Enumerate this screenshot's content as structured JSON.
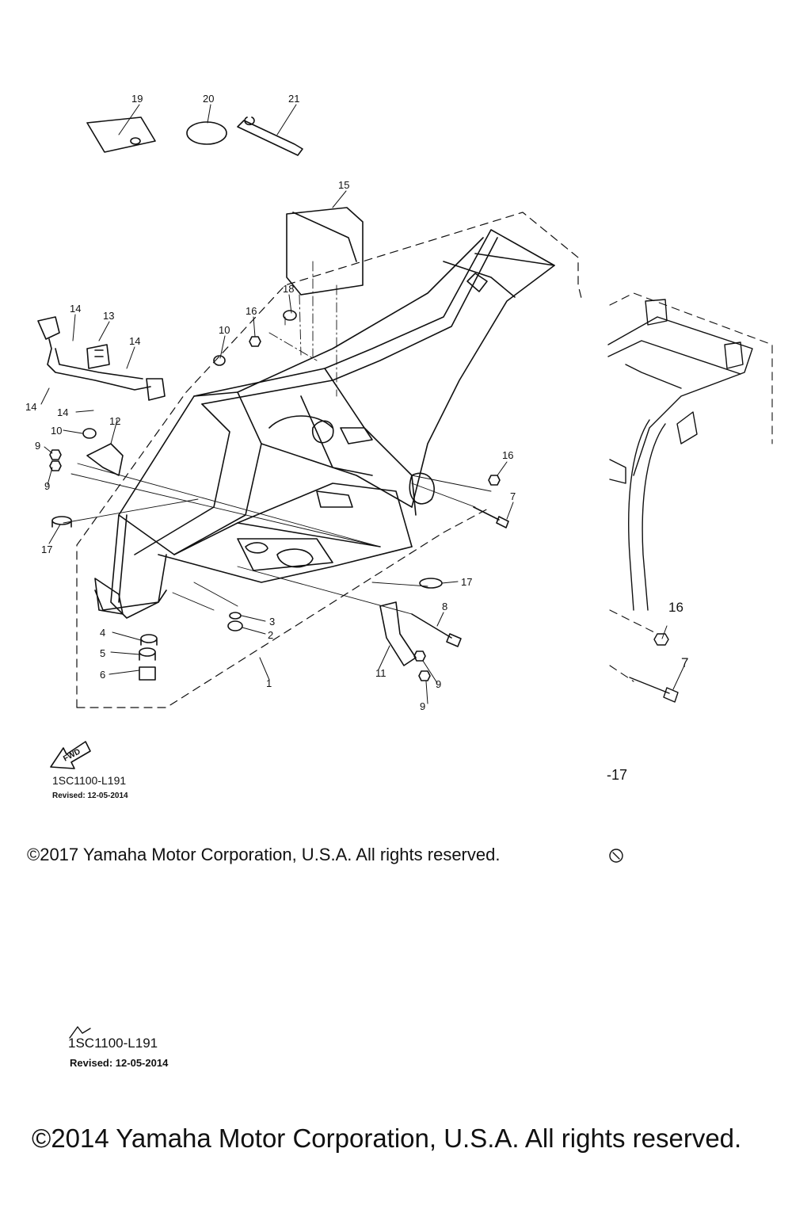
{
  "diagram": {
    "callouts": {
      "c1": "1",
      "c2": "2",
      "c3": "3",
      "c4": "4",
      "c5": "5",
      "c6": "6",
      "c7": "7",
      "c8": "8",
      "c9a": "9",
      "c9b": "9",
      "c9c": "9",
      "c9d": "9",
      "c10a": "10",
      "c10b": "10",
      "c11": "11",
      "c12": "12",
      "c13": "13",
      "c14a": "14",
      "c14b": "14",
      "c14c": "14",
      "c14d": "14",
      "c15": "15",
      "c16a": "16",
      "c17a": "17",
      "c17b": "17",
      "c18": "18",
      "c19": "19",
      "c20": "20",
      "c21": "21",
      "c16b": "16",
      "c7b": "7"
    },
    "fwd_label": "FWD",
    "page_code_fragment": "-17"
  },
  "footer_primary": {
    "ref_code": "1SC1100-L191",
    "revised": "Revised: 12-05-2014",
    "copyright": "©2017 Yamaha Motor Corporation, U.S.A. All rights reserved."
  },
  "footer_secondary": {
    "ref_code": "1SC1100-L191",
    "revised": "Revised: 12-05-2014",
    "copyright": "©2014 Yamaha Motor Corporation, U.S.A. All rights reserved."
  },
  "colors": {
    "line": "#111111",
    "background": "#ffffff"
  }
}
